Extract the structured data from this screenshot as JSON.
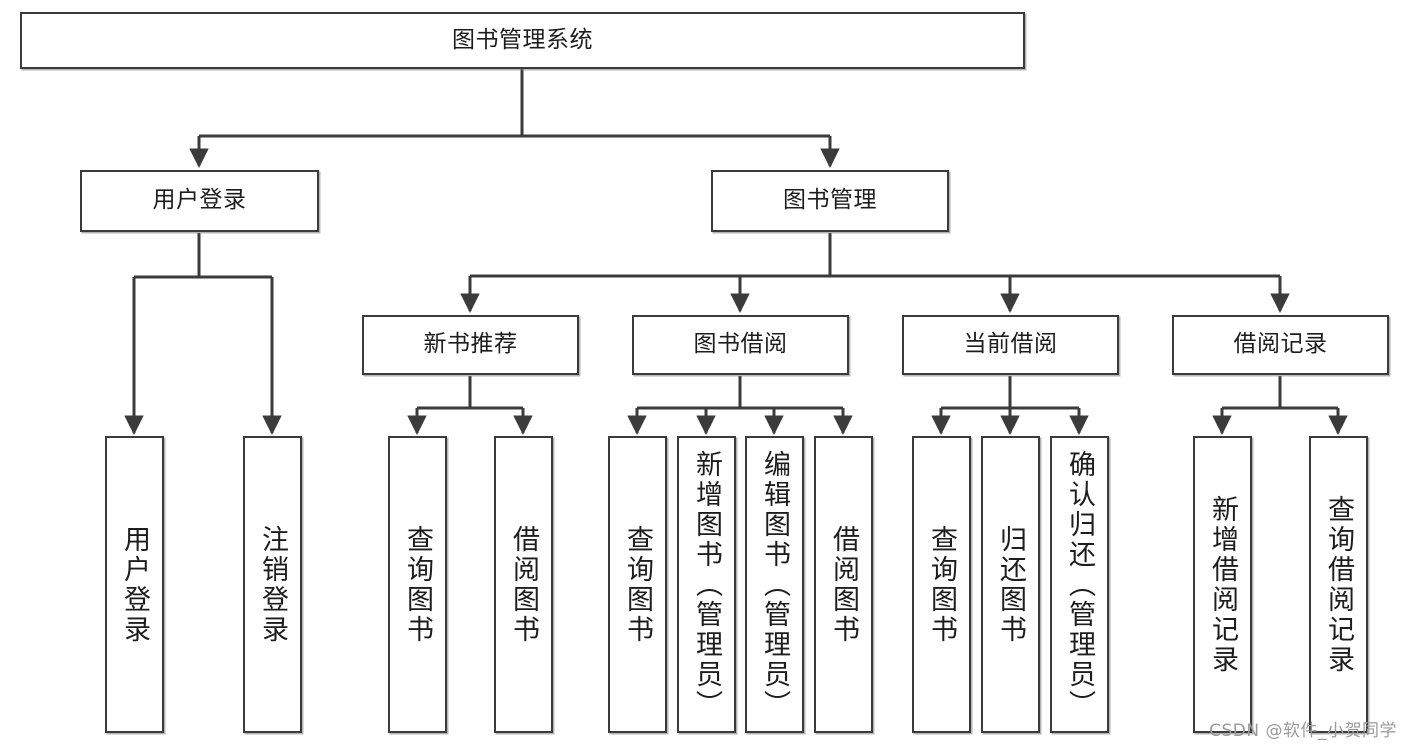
{
  "diagram": {
    "title": "图书管理系统",
    "type": "tree-hierarchy",
    "root": {
      "label": "图书管理系统"
    },
    "level2": [
      {
        "label": "用户登录"
      },
      {
        "label": "图书管理"
      }
    ],
    "level3": [
      {
        "label": "新书推荐"
      },
      {
        "label": "图书借阅"
      },
      {
        "label": "当前借阅"
      },
      {
        "label": "借阅记录"
      }
    ],
    "leaves": {
      "user_login": [
        {
          "label": "用户登录"
        },
        {
          "label": "注销登录"
        }
      ],
      "new_book_recommend": [
        {
          "label": "查询图书"
        },
        {
          "label": "借阅图书"
        }
      ],
      "book_borrow": [
        {
          "label": "查询图书"
        },
        {
          "label": "新增图书（管理员）"
        },
        {
          "label": "编辑图书（管理员）"
        },
        {
          "label": "借阅图书"
        }
      ],
      "current_borrow": [
        {
          "label": "查询图书"
        },
        {
          "label": "归还图书"
        },
        {
          "label": "确认归还（管理员）"
        }
      ],
      "borrow_record": [
        {
          "label": "新增借阅记录"
        },
        {
          "label": "查询借阅记录"
        }
      ]
    }
  },
  "watermark": {
    "text": "CSDN @软件_小贺同学"
  },
  "colors": {
    "border": "#3b3b3b",
    "text": "#1d1d1d",
    "background": "#ffffff",
    "watermark": "#9b9b9b"
  }
}
